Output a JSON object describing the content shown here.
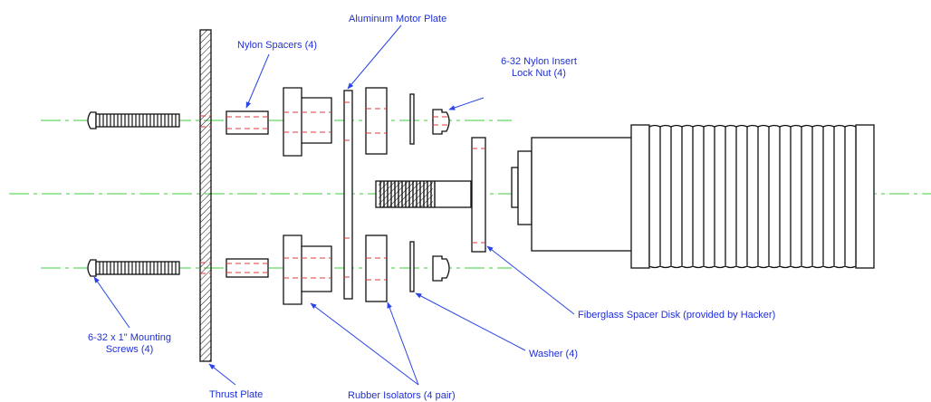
{
  "labels": {
    "aluminum_motor_plate": "Aluminum Motor Plate",
    "nylon_spacers": "Nylon Spacers (4)",
    "lock_nut_line1": "6-32 Nylon Insert",
    "lock_nut_line2": "Lock Nut (4)",
    "mounting_screws_line1": "6-32 x 1\" Mounting",
    "mounting_screws_line2": "Screws (4)",
    "fiberglass_spacer_disk": "Fiberglass Spacer Disk (provided by Hacker)",
    "washer": "Washer (4)",
    "thrust_plate": "Thrust Plate",
    "rubber_isolators": "Rubber Isolators (4 pair)"
  },
  "colors": {
    "label": "#1f2fd6",
    "leader": "#2a44e6",
    "centerline": "#3fcf3f",
    "hidden_line": "#e03a3a",
    "outline": "#111111"
  }
}
